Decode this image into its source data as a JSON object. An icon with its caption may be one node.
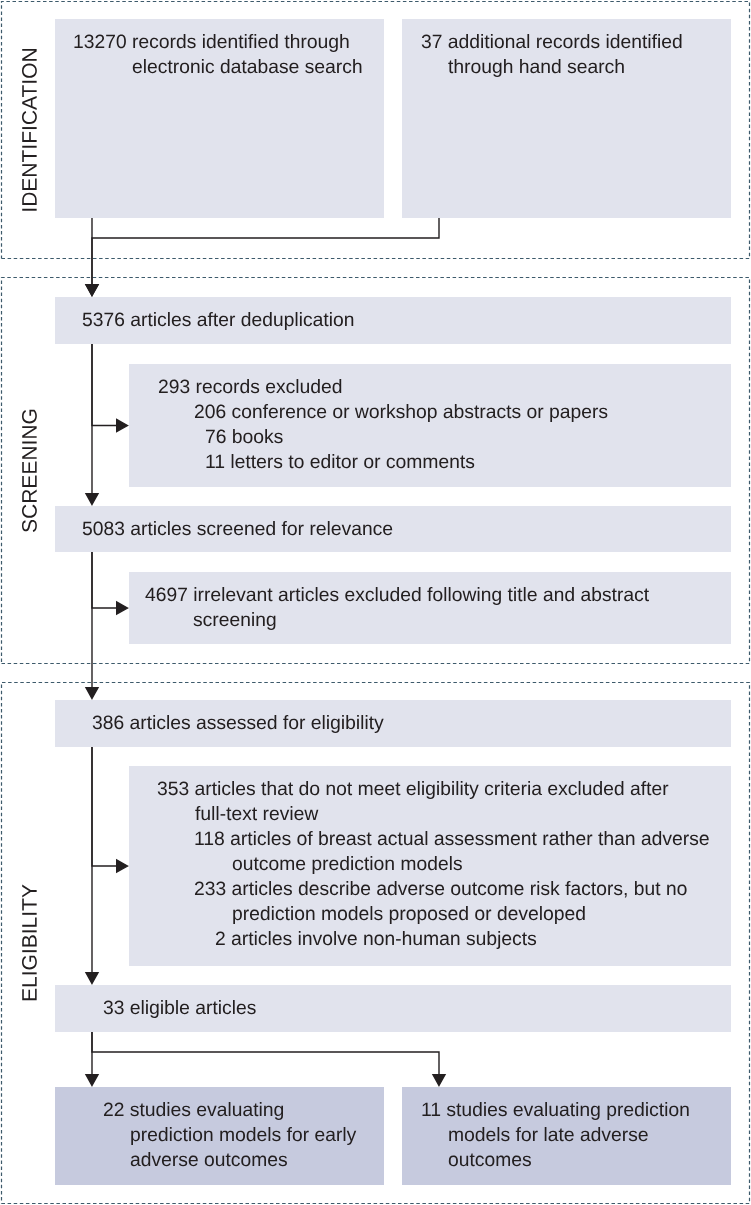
{
  "diagram": {
    "nodes": [
      {
        "text": [
          "IDENTIFICATION"
        ]
      },
      {
        "text": [
          "13270 records identified through electronic database search"
        ],
        "in": 0
      },
      {
        "text": [
          "37 additional records identified through hand search"
        ],
        "in": 0
      },
      {
        "text": [
          "SCREENING"
        ]
      },
      {
        "text": [
          "5376 articles after deduplication"
        ],
        "in": 3
      },
      {
        "text": [
          "293 records excluded",
          "206 conference or workshop abstracts or papers",
          "76 books",
          "11 letters to editor or comments"
        ],
        "in": 3
      },
      {
        "text": [
          "5083 articles screened for relevance"
        ],
        "in": 3
      },
      {
        "text": [
          "4697 irrelevant articles excluded following title and abstract screening"
        ],
        "in": 3
      },
      {
        "text": [
          "ELIGIBILITY"
        ]
      },
      {
        "text": [
          "386 articles assessed for eligibility"
        ],
        "in": 8
      },
      {
        "text": [
          "353 articles that do not meet eligibility criteria excluded after full-text review",
          "118 articles of breast actual assessment rather than adverse outcome prediction models",
          "233 articles describe adverse outcome risk factors, but no prediction models proposed or developed",
          "2 articles involve non-human subjects"
        ],
        "in": 8
      },
      {
        "text": [
          "33 eligible articles"
        ],
        "in": 8
      },
      {
        "text": [
          "22 studies evaluating prediction models for early adverse outcomes"
        ],
        "in": 8
      },
      {
        "text": [
          "11 studies evaluating prediction models for late adverse outcomes"
        ],
        "in": 8
      }
    ],
    "edges": [
      {
        "from": 1,
        "to": 4,
        "arrow": "to"
      },
      {
        "from": 2,
        "to": 4,
        "arrow": "to"
      },
      {
        "from": 4,
        "to": 5,
        "arrow": "to"
      },
      {
        "from": 4,
        "to": 6,
        "arrow": "to"
      },
      {
        "from": 6,
        "to": 7,
        "arrow": "to"
      },
      {
        "from": 6,
        "to": 9,
        "arrow": "to"
      },
      {
        "from": 9,
        "to": 10,
        "arrow": "to"
      },
      {
        "from": 9,
        "to": 11,
        "arrow": "to"
      },
      {
        "from": 11,
        "to": 12,
        "arrow": "to"
      },
      {
        "from": 11,
        "to": 13,
        "arrow": "to"
      }
    ]
  }
}
